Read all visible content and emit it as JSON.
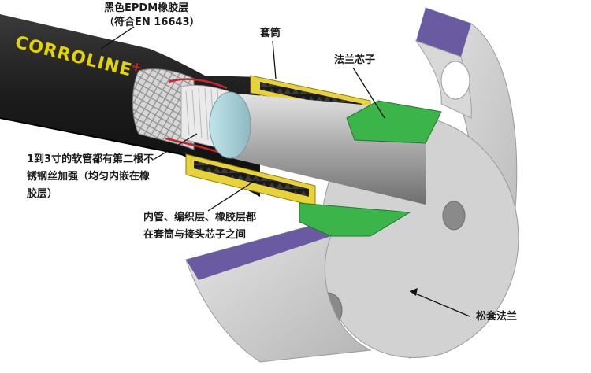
{
  "brand": {
    "name": "CORROLINE",
    "mark": "+"
  },
  "labels": {
    "epdm_line1": "黑色EPDM橡胶层",
    "epdm_line2": "（符合EN 16643）",
    "sleeve": "套筒",
    "flange_core": "法兰芯子",
    "second_wire_line1": "1到3寸的软管都有第二根不",
    "second_wire_line2": "锈钢丝加强（均匀内嵌在橡",
    "second_wire_line3": "胶层）",
    "layers_line1": "内管、编织层、橡胶层都",
    "layers_line2": "在套筒与接头芯子之间",
    "loose_flange": "松套法兰"
  },
  "colors": {
    "hose_black": "#1b1b1b",
    "braid_silver": "#c9c9c9",
    "sleeve_yellow": "#e8d23a",
    "core_green": "#3bb54a",
    "flange_grey": "#c8c8c8",
    "flange_purple": "#6a5aa2",
    "brand_yellow": "#e3d400",
    "brand_red": "#d8232a"
  }
}
